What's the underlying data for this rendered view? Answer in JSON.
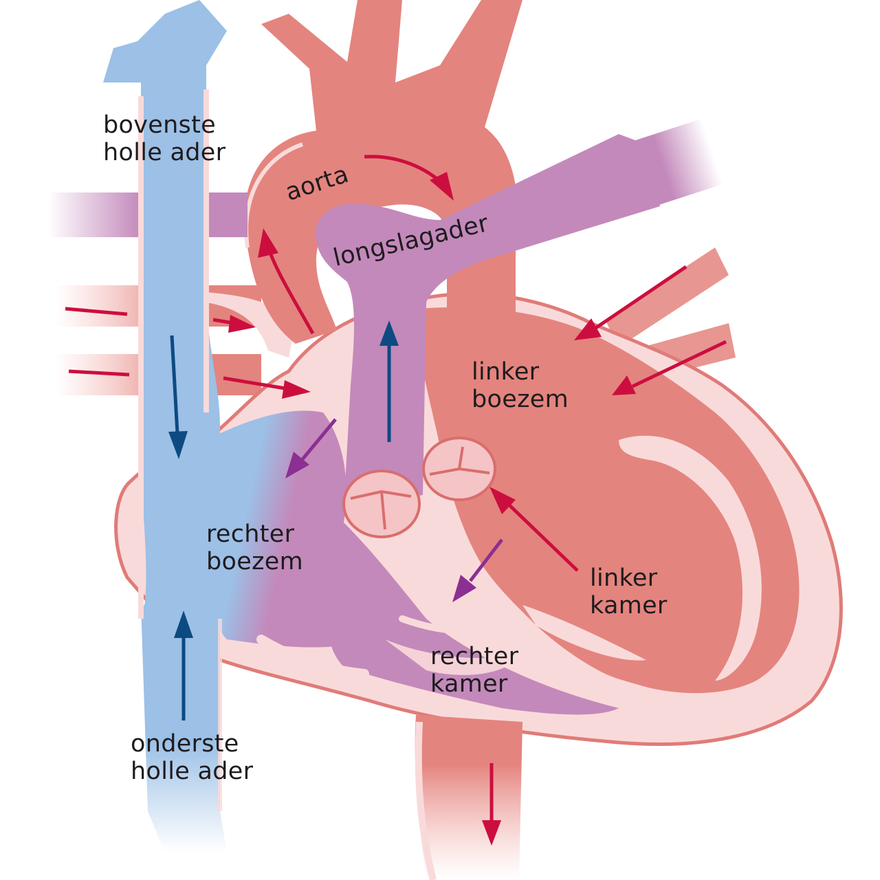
{
  "diagram": {
    "labels": {
      "bovenste_line1": "bovenste",
      "bovenste_line2": "holle ader",
      "aorta": "aorta",
      "longslagader": "longslagader",
      "linker_boezem_line1": "linker",
      "linker_boezem_line2": "boezem",
      "rechter_boezem_line1": "rechter",
      "rechter_boezem_line2": "boezem",
      "linker_kamer_line1": "linker",
      "linker_kamer_line2": "kamer",
      "rechter_kamer_line1": "rechter",
      "rechter_kamer_line2": "kamer",
      "onderste_line1": "onderste",
      "onderste_line2": "holle ader"
    },
    "colors": {
      "oxygenated": "#e4847e",
      "oxygenated_light": "#f9dada",
      "outline": "#e07b78",
      "deoxygenated": "#9cc0e6",
      "mixed": "#c389bb",
      "arrow_red": "#cc0e3f",
      "arrow_blue": "#0d4a82",
      "arrow_purple": "#8b2f93"
    }
  }
}
